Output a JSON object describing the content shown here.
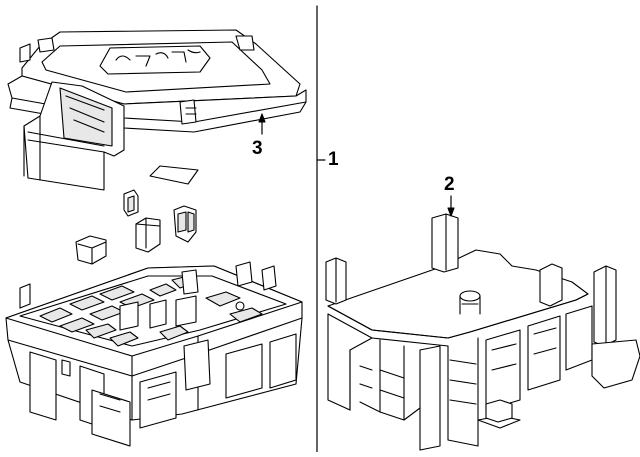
{
  "diagram": {
    "callouts": [
      {
        "id": "3",
        "text": "3"
      },
      {
        "id": "1",
        "text": "1"
      },
      {
        "id": "2",
        "text": "2"
      }
    ],
    "colors": {
      "line": "#000000",
      "fill": "#ffffff",
      "shade": "#e8e8e8"
    }
  }
}
